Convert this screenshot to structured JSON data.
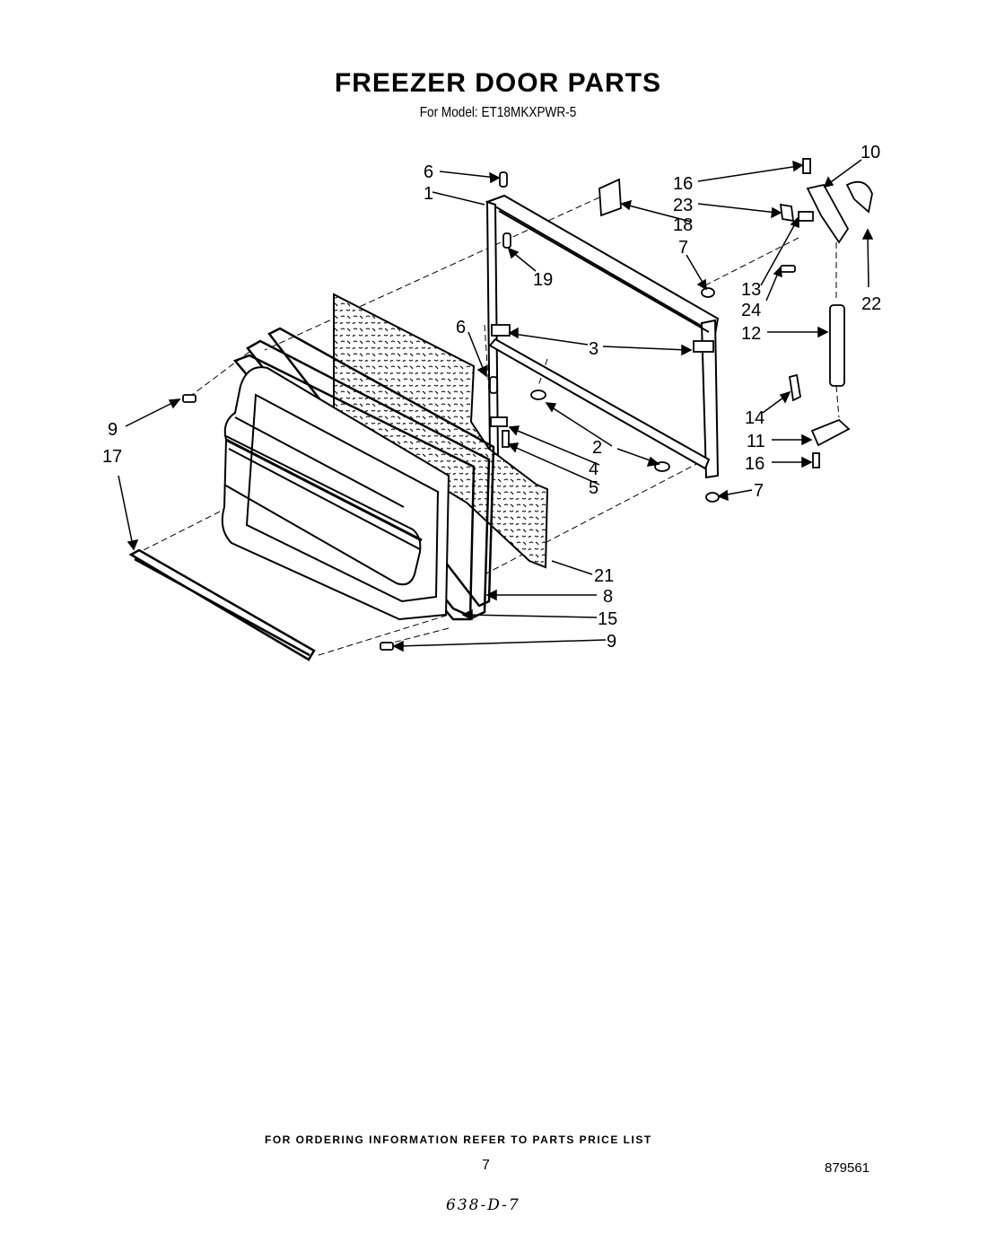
{
  "header": {
    "title": "FREEZER DOOR PARTS",
    "subtitle": "For Model: ET18MKXPWR-5"
  },
  "callouts": [
    {
      "id": "c6a",
      "label": "6"
    },
    {
      "id": "c1",
      "label": "1"
    },
    {
      "id": "c18",
      "label": "18"
    },
    {
      "id": "c19",
      "label": "19"
    },
    {
      "id": "c16a",
      "label": "16"
    },
    {
      "id": "c23",
      "label": "23"
    },
    {
      "id": "c10",
      "label": "10"
    },
    {
      "id": "c7a",
      "label": "7"
    },
    {
      "id": "c13",
      "label": "13"
    },
    {
      "id": "c24",
      "label": "24"
    },
    {
      "id": "c22",
      "label": "22"
    },
    {
      "id": "c12",
      "label": "12"
    },
    {
      "id": "c6b",
      "label": "6"
    },
    {
      "id": "c3",
      "label": "3"
    },
    {
      "id": "c2",
      "label": "2"
    },
    {
      "id": "c4",
      "label": "4"
    },
    {
      "id": "c5",
      "label": "5"
    },
    {
      "id": "c14",
      "label": "14"
    },
    {
      "id": "c11",
      "label": "11"
    },
    {
      "id": "c16b",
      "label": "16"
    },
    {
      "id": "c7b",
      "label": "7"
    },
    {
      "id": "c9a",
      "label": "9"
    },
    {
      "id": "c17",
      "label": "17"
    },
    {
      "id": "c21",
      "label": "21"
    },
    {
      "id": "c8",
      "label": "8"
    },
    {
      "id": "c15",
      "label": "15"
    },
    {
      "id": "c9b",
      "label": "9"
    }
  ],
  "footer": {
    "ordering_note": "FOR ORDERING INFORMATION REFER TO PARTS PRICE LIST",
    "page_number": "7",
    "doc_number": "879561",
    "handwritten_code": "638-D-7"
  }
}
